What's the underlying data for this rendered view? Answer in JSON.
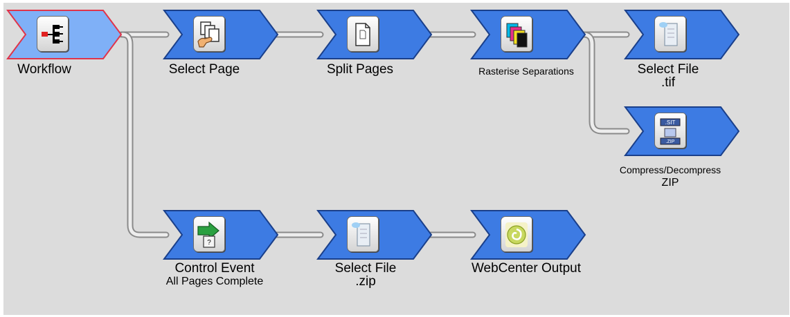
{
  "diagram": {
    "nodes": [
      {
        "id": "workflow",
        "label": "Workflow",
        "sublabel": "",
        "icon": "workflow-tree-icon"
      },
      {
        "id": "select-page",
        "label": "Select Page",
        "sublabel": "",
        "icon": "select-page-hand-icon"
      },
      {
        "id": "split-pages",
        "label": "Split Pages",
        "sublabel": "",
        "icon": "split-pages-icon"
      },
      {
        "id": "rasterise",
        "label": "Rasterise Separations",
        "sublabel": "",
        "icon": "cmyk-separations-icon"
      },
      {
        "id": "select-file-tif",
        "label": "Select File",
        "sublabel": ".tif",
        "icon": "select-file-icon"
      },
      {
        "id": "compress",
        "label": "Compress/Decompress",
        "sublabel": "ZIP",
        "icon": "sit-zip-icon"
      },
      {
        "id": "control-event",
        "label": "Control Event",
        "sublabel": "All Pages Complete",
        "icon": "green-arrow-event-icon"
      },
      {
        "id": "select-file-zip",
        "label": "Select File",
        "sublabel": ".zip",
        "icon": "select-file-icon"
      },
      {
        "id": "webcenter-output",
        "label": "WebCenter Output",
        "sublabel": "",
        "icon": "webcenter-swirl-icon"
      }
    ],
    "connections": [
      [
        "workflow",
        "select-page"
      ],
      [
        "select-page",
        "split-pages"
      ],
      [
        "split-pages",
        "rasterise"
      ],
      [
        "rasterise",
        "select-file-tif"
      ],
      [
        "rasterise",
        "compress"
      ],
      [
        "workflow",
        "control-event"
      ],
      [
        "control-event",
        "select-file-zip"
      ],
      [
        "select-file-zip",
        "webcenter-output"
      ]
    ],
    "colors": {
      "canvas": "#dcdcdc",
      "node_fill": "#3d7be3",
      "node_start_fill": "#7fb0f7",
      "node_start_border": "#e0344a",
      "connector": "#b4b4b4"
    }
  }
}
